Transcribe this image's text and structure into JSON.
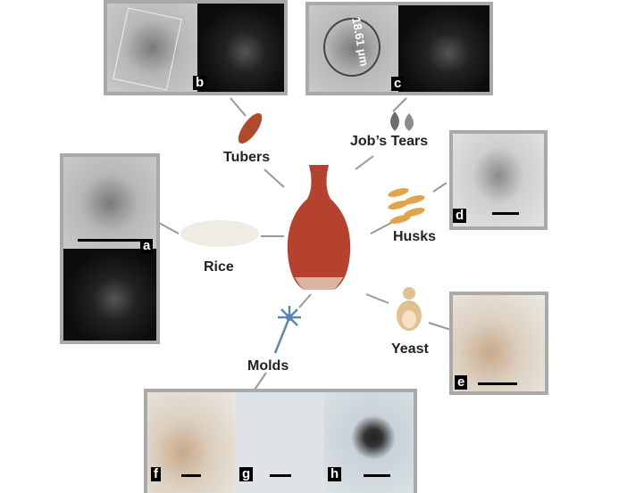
{
  "labels": {
    "tubers": "Tubers",
    "jobs_tears": "Job’s Tears",
    "husks": "Husks",
    "rice": "Rice",
    "molds": "Molds",
    "yeast": "Yeast"
  },
  "panels": {
    "a": "a",
    "b": "b",
    "c": "c",
    "d": "d",
    "e": "e",
    "f": "f",
    "g": "g",
    "h": "h"
  },
  "measurements": {
    "c": "18.61 μm"
  },
  "colors": {
    "vase": "#b5412e",
    "frame": "#a9a9a9",
    "tuber": "#b04a2c",
    "husk": "#e0a54c",
    "yeast": "#e2c08f",
    "mold": "#5b86b3"
  }
}
